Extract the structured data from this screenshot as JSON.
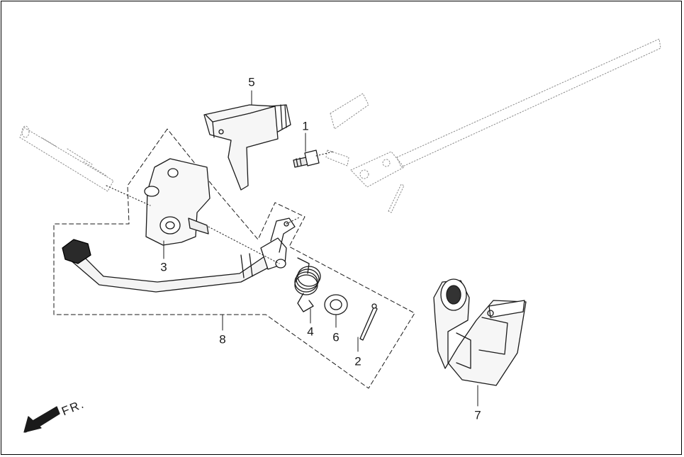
{
  "diagram": {
    "callouts": [
      {
        "id": "1",
        "label": "1"
      },
      {
        "id": "2",
        "label": "2"
      },
      {
        "id": "3",
        "label": "3"
      },
      {
        "id": "4",
        "label": "4"
      },
      {
        "id": "5",
        "label": "5"
      },
      {
        "id": "6",
        "label": "6"
      },
      {
        "id": "7",
        "label": "7"
      },
      {
        "id": "8",
        "label": "8"
      }
    ],
    "direction_label": "FR."
  },
  "colors": {
    "line": "#1a1a1a",
    "faint": "#9a9a9a",
    "fill_light": "#f2f2f2"
  }
}
